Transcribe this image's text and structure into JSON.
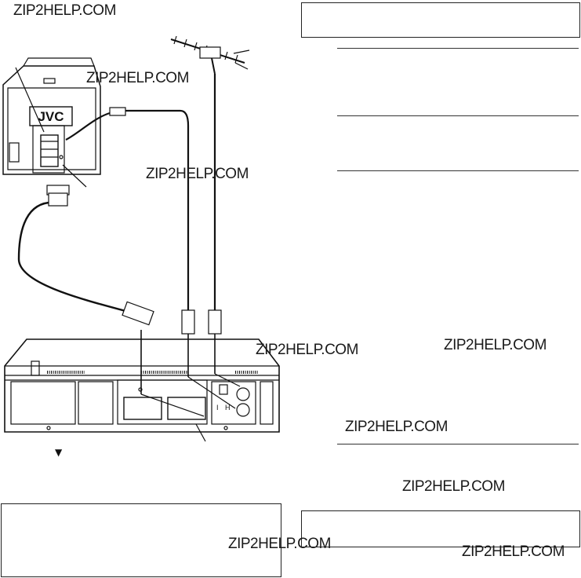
{
  "watermarks": [
    "ZIP2HELP.COM",
    "ZIP2HELP.COM",
    "ZIP2HELP.COM",
    "ZIP2HELP.COM",
    "ZIP2HELP.COM",
    "ZIP2HELP.COM",
    "ZIP2HELP.COM",
    "ZIP2HELP.COM",
    "ZIP2HELP.COM"
  ],
  "tv_logo": "JVC",
  "vcr_jack_labels": [
    "I",
    "H"
  ],
  "arrow_glyph": "▼",
  "colors": {
    "ink": "#111111",
    "background": "#ffffff",
    "watermark": "#1a1a1a"
  }
}
